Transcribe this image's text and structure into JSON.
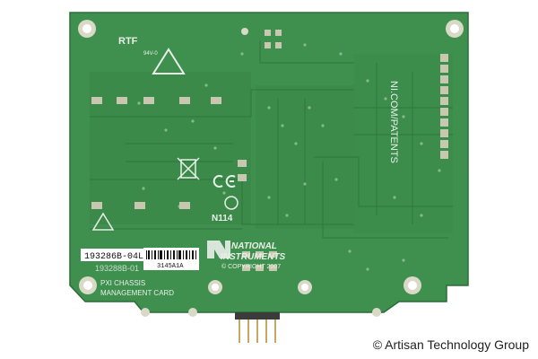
{
  "board": {
    "silkscreen_top": "RTF",
    "silkscreen_top_small": "94V-0",
    "model_label": "193286B-04L",
    "barcode_text": "3145A1A",
    "assembly_code": "193288B-01",
    "product_name_line1": "PXI CHASSIS",
    "product_name_line2": "MANAGEMENT CARD",
    "brand_line1": "NATIONAL",
    "brand_line2": "INSTRUMENTS",
    "copyright": "© COPYRIGHT 2007",
    "part_code": "N114",
    "patents_text": "NI.COM/PATENTS"
  },
  "watermark": {
    "text": "© Artisan Technology Group"
  },
  "colors": {
    "pcb": "#3f8f4f",
    "pcb_dark": "#2f7a40",
    "silkscreen": "#e8f0e8",
    "copper_pad": "#c8c8b0",
    "connector_pins": "#c8a860"
  }
}
